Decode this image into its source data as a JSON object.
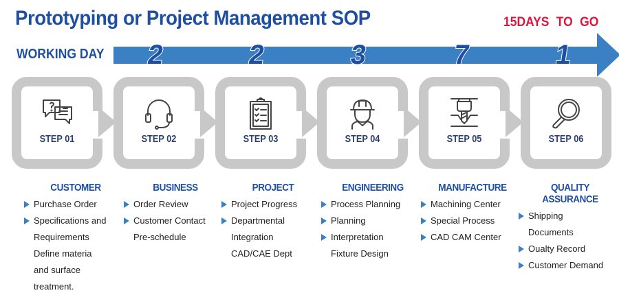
{
  "header": {
    "title": "Prototyping or Project Management SOP",
    "countdown": "15DAYS TO GO",
    "timeline_label": "WORKING DAY"
  },
  "timeline": {
    "days": [
      "2",
      "2",
      "3",
      "7",
      "1"
    ]
  },
  "steps": [
    {
      "label": "STEP 01",
      "icon": "chat-question-icon"
    },
    {
      "label": "STEP 02",
      "icon": "headset-icon"
    },
    {
      "label": "STEP 03",
      "icon": "clipboard-checklist-icon"
    },
    {
      "label": "STEP 04",
      "icon": "engineer-hardhat-icon"
    },
    {
      "label": "STEP 05",
      "icon": "cnc-drill-icon"
    },
    {
      "label": "STEP 06",
      "icon": "magnifier-icon"
    }
  ],
  "columns": [
    {
      "title": "CUSTOMER",
      "lines": [
        {
          "text": "Purchase Order",
          "bullet": true
        },
        {
          "text": "Specifications and",
          "bullet": true
        },
        {
          "text": "Requirements",
          "bullet": false
        },
        {
          "text": "Define materia",
          "bullet": false
        },
        {
          "text": "and surface",
          "bullet": false
        },
        {
          "text": "treatment.",
          "bullet": false
        }
      ]
    },
    {
      "title": "BUSINESS",
      "lines": [
        {
          "text": "Order Review",
          "bullet": true
        },
        {
          "text": "Customer Contact",
          "bullet": true
        },
        {
          "text": "Pre-schedule",
          "bullet": false
        }
      ]
    },
    {
      "title": "PROJECT",
      "lines": [
        {
          "text": "Project Progress",
          "bullet": true
        },
        {
          "text": "Departmental",
          "bullet": true
        },
        {
          "text": "Integration",
          "bullet": false
        },
        {
          "text": "CAD/CAE Dept",
          "bullet": false
        }
      ]
    },
    {
      "title": "ENGINEERING",
      "lines": [
        {
          "text": "Process Planning",
          "bullet": true
        },
        {
          "text": "Planning",
          "bullet": true
        },
        {
          "text": "Interpretation",
          "bullet": true
        },
        {
          "text": "Fixture Design",
          "bullet": false
        }
      ]
    },
    {
      "title": "MANUFACTURE",
      "lines": [
        {
          "text": "Machining Center",
          "bullet": true
        },
        {
          "text": "Special Process",
          "bullet": true
        },
        {
          "text": "CAD CAM Center",
          "bullet": true
        }
      ]
    },
    {
      "title": "QUALITY ASSURANCE",
      "lines": [
        {
          "text": "Shipping",
          "bullet": true
        },
        {
          "text": "Documents",
          "bullet": false
        },
        {
          "text": "Oualty Record",
          "bullet": true
        },
        {
          "text": "Customer Demand",
          "bullet": true
        }
      ]
    }
  ],
  "colors": {
    "primary": "#1f4fa3",
    "accent": "#e0143c",
    "bar": "#3a80c3",
    "box": "#c8c8c8"
  }
}
